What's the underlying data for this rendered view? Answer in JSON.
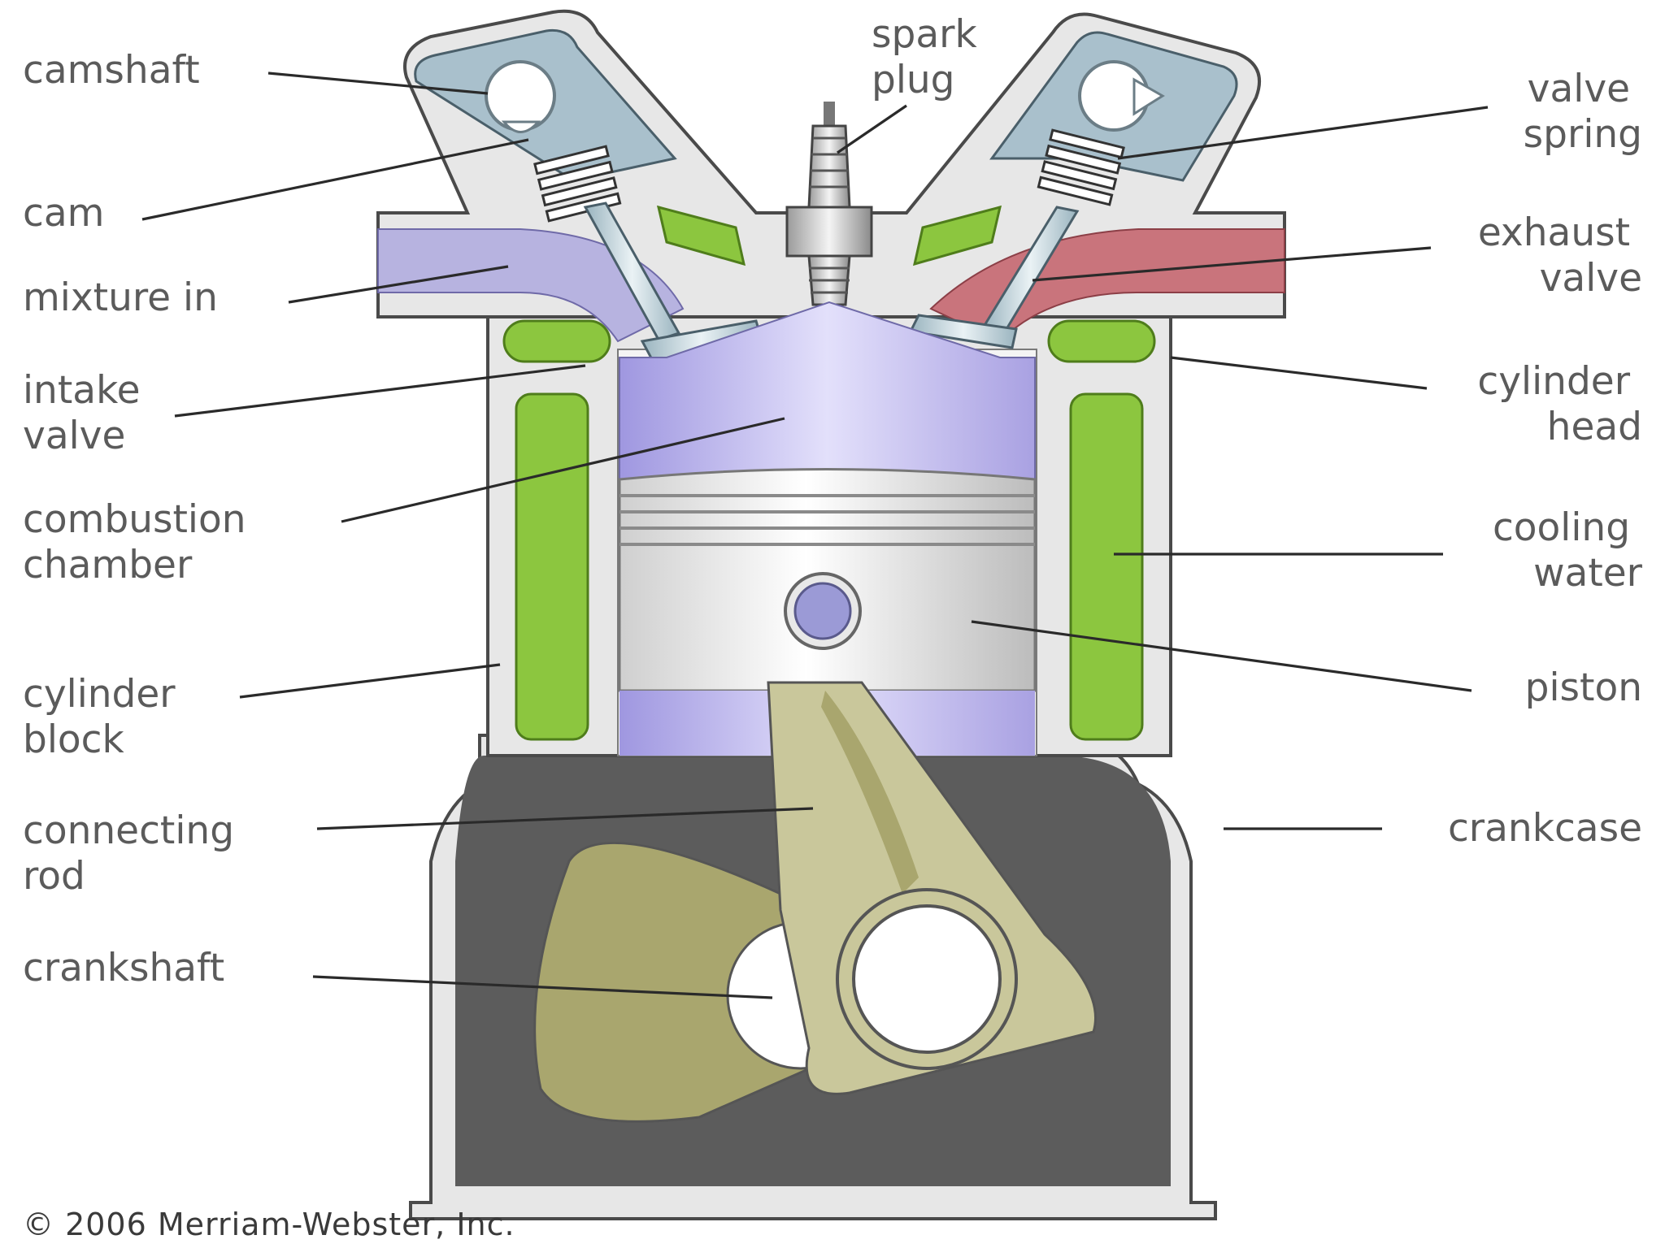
{
  "labels": {
    "camshaft": [
      "camshaft"
    ],
    "cam": [
      "cam"
    ],
    "mixture_in": [
      "mixture in"
    ],
    "intake_valve": [
      "intake",
      "valve"
    ],
    "combustion_chamber": [
      "combustion",
      "chamber"
    ],
    "cylinder_block": [
      "cylinder",
      "block"
    ],
    "connecting_rod": [
      "connecting",
      "rod"
    ],
    "crankshaft": [
      "crankshaft"
    ],
    "spark_plug": [
      "spark",
      "plug"
    ],
    "valve_spring": [
      "valve",
      "spring"
    ],
    "exhaust_valve": [
      "exhaust",
      "valve"
    ],
    "cylinder_head": [
      "cylinder",
      "head"
    ],
    "cooling_water": [
      "cooling",
      "water"
    ],
    "piston": [
      "piston"
    ],
    "crankcase": [
      "crankcase"
    ]
  },
  "copyright": "© 2006 Merriam-Webster, Inc.",
  "colors": {
    "housing_light": "#e7e7e7",
    "housing_outline": "#4a4a4a",
    "cam_box": "#a9c0cc",
    "coolant": "#8cc63f",
    "intake_gas": "#b7b3e0",
    "exhaust_gas": "#c9747c",
    "chamber": "#c2bcec",
    "crankcase_interior": "#5c5c5c",
    "rod": "#c9c79b",
    "crank_web": "#a9a66e"
  }
}
